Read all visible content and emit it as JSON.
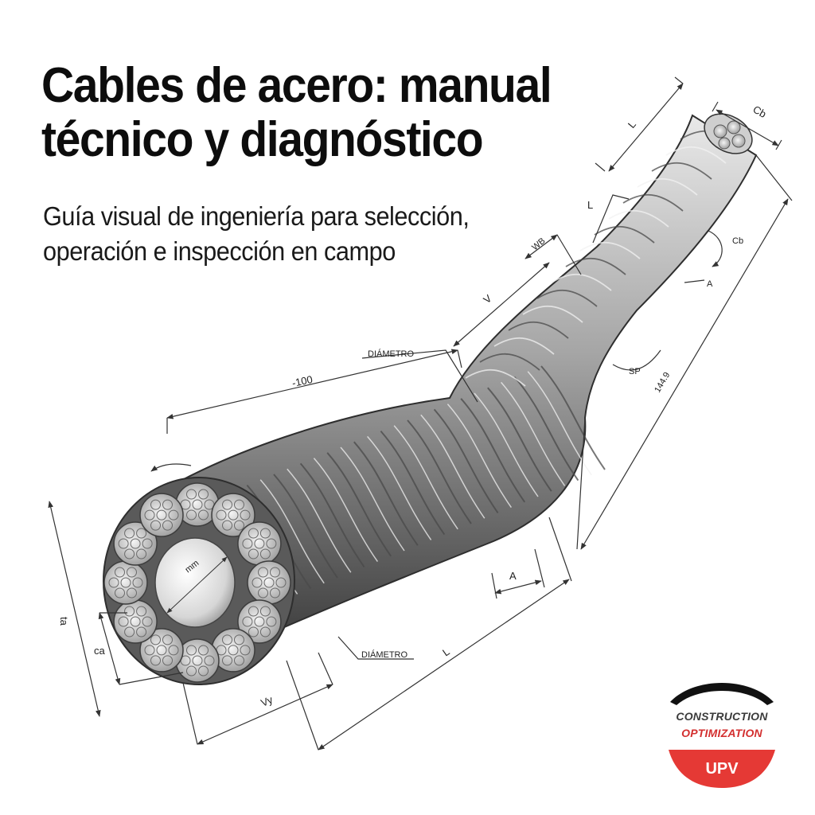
{
  "title": "Cables de acero: manual técnico y diagnóstico",
  "subtitle": "Guía visual de ingeniería para selección, operación e inspección en campo",
  "labels": {
    "l_top": "L",
    "cb_top": "Cb",
    "l_mid": "L",
    "cb_right": "Cb",
    "a_right": "A",
    "wb": "WB",
    "v": "V",
    "diametro_top": "DIÁMETRO",
    "sp": "SP",
    "dim_100": "-100",
    "dim_144": "144.9",
    "ta": "ta",
    "ca": "ca",
    "mm": "mm",
    "a_bottom": "A",
    "diametro_bottom": "DIÁMETRO",
    "l_bottom": "L",
    "vy": "Vy"
  },
  "logo": {
    "line1": "CONSTRUCTION",
    "line2": "OPTIMIZATION",
    "badge": "UPV"
  },
  "colors": {
    "steel_light": "#e9e9e9",
    "steel_mid": "#a5a5a5",
    "steel_dark": "#3d3d3d",
    "accent_red": "#e53935",
    "logo_arc": "#111111"
  }
}
